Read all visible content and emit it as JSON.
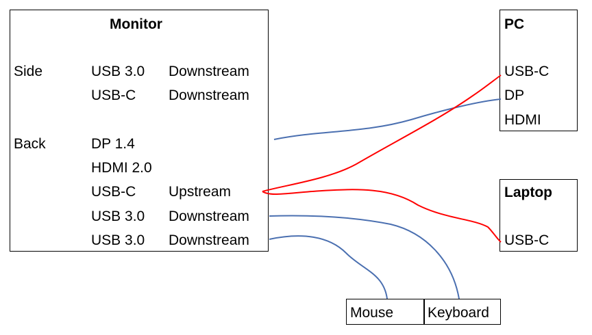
{
  "monitor": {
    "title": "Monitor",
    "side_label": "Side",
    "back_label": "Back",
    "side_ports": [
      {
        "port": "USB 3.0",
        "role": "Downstream"
      },
      {
        "port": "USB-C",
        "role": "Downstream"
      }
    ],
    "back_ports": [
      {
        "port": "DP 1.4",
        "role": ""
      },
      {
        "port": "HDMI 2.0",
        "role": ""
      },
      {
        "port": "USB-C",
        "role": "Upstream"
      },
      {
        "port": "USB 3.0",
        "role": "Downstream"
      },
      {
        "port": "USB 3.0",
        "role": "Downstream"
      }
    ]
  },
  "pc": {
    "title": "PC",
    "ports": [
      "USB-C",
      "DP",
      "HDMI"
    ]
  },
  "laptop": {
    "title": "Laptop",
    "ports": [
      "USB-C"
    ]
  },
  "peripherals": {
    "mouse": "Mouse",
    "keyboard": "Keyboard"
  },
  "colors": {
    "usb_c_cable": "#ff0000",
    "other_cable": "#4a6fb0",
    "border": "#000000"
  }
}
